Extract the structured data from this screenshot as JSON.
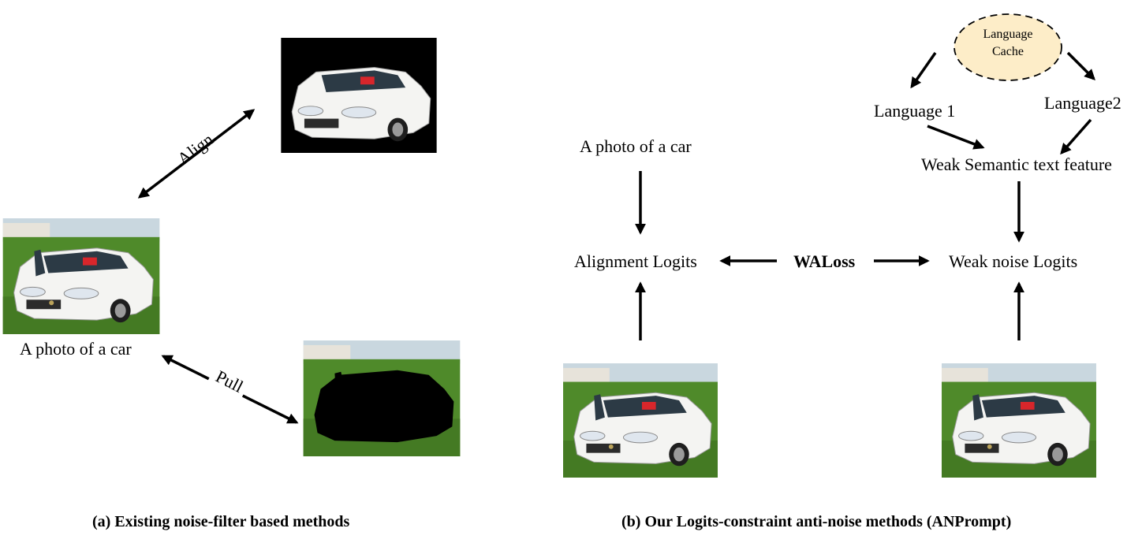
{
  "panel_a": {
    "caption": "(a)  Existing noise-filter based methods",
    "image_label": "A photo of a car",
    "align_label": "Align",
    "pull_label": "Pull"
  },
  "panel_b": {
    "caption": "(b)  Our Logits-constraint anti-noise methods (ANPrompt)",
    "cache_label_1": "Language",
    "cache_label_2": "Cache",
    "language_1": "Language 1",
    "language_2": "Language2",
    "weak_semantic": "Weak Semantic text feature",
    "prompt_text": "A photo of a car",
    "alignment_logits": "Alignment Logits",
    "waloss": "WALoss",
    "weak_noise_logits": "Weak noise Logits"
  },
  "colors": {
    "cache_fill": "#fdedc8",
    "grass": "#4f8a2a",
    "car": "#f4f4f2",
    "background_black": "#000000"
  }
}
